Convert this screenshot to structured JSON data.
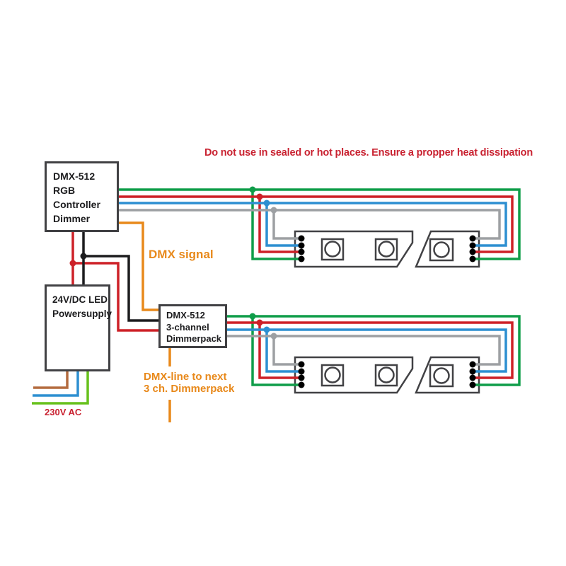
{
  "warning": "Do not use in sealed or hot places. Ensure a propper heat dissipation",
  "boxes": {
    "controller": {
      "lines": [
        "DMX-512",
        "RGB",
        "Controller",
        "Dimmer"
      ]
    },
    "powersupply": {
      "lines": [
        "24V/DC LED",
        "Powersupply"
      ]
    },
    "dimmerpack": {
      "lines": [
        "DMX-512",
        "3-channel",
        "Dimmerpack"
      ]
    }
  },
  "labels": {
    "dmx_signal": "DMX signal",
    "dmx_line_1": "DMX-line to next",
    "dmx_line_2": "3 ch. Dimmerpack",
    "ac_voltage": "230V AC"
  },
  "colors": {
    "green": "#0f9d49",
    "red": "#cd2027",
    "blue": "#2d8fd1",
    "gray": "#9da0a3",
    "orange": "#e8891b",
    "brown": "#b46b3e",
    "lime": "#67c11c",
    "black_wire": "#1c1c1e",
    "outline": "#414144",
    "warning_red": "#c92231",
    "dot": "#000000",
    "strip_fill": "#ffffff"
  }
}
